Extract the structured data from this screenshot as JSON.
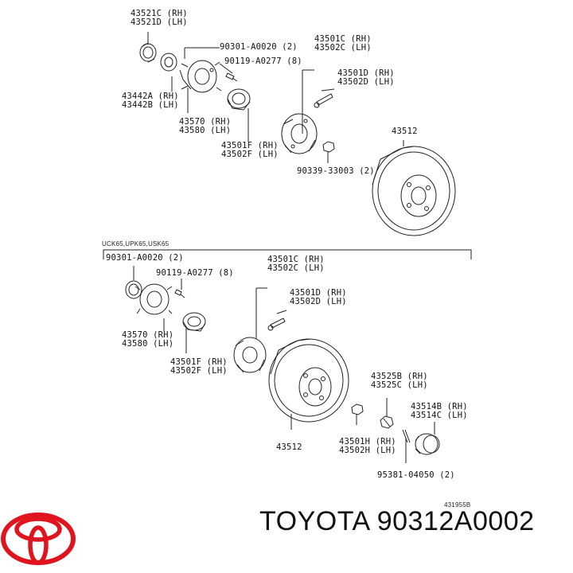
{
  "diagram": {
    "top_section": {
      "labels": {
        "l1a": "43521C (RH)",
        "l1b": "43521D (LH)",
        "l2": "90301-A0020 (2)",
        "l3": "90119-A0277 (8)",
        "l4a": "43442A (RH)",
        "l4b": "43442B (LH)",
        "l5a": "43570 (RH)",
        "l5b": "43580 (LH)",
        "l6a": "43501F (RH)",
        "l6b": "43502F (LH)",
        "l7a": "43501C (RH)",
        "l7b": "43502C (LH)",
        "l8a": "43501D (RH)",
        "l8b": "43502D (LH)",
        "l9": "43512",
        "l10": "90339-33003 (2)"
      }
    },
    "bottom_section": {
      "header": "UCK65,UPK65,USK65",
      "labels": {
        "m1": "90301-A0020 (2)",
        "m2": "90119-A0277 (8)",
        "m3a": "43501C (RH)",
        "m3b": "43502C (LH)",
        "m4a": "43501D (RH)",
        "m4b": "43502D (LH)",
        "m5a": "43570 (RH)",
        "m5b": "43580 (LH)",
        "m6a": "43501F (RH)",
        "m6b": "43502F (LH)",
        "m7a": "43525B (RH)",
        "m7b": "43525C (LH)",
        "m8a": "43514B (RH)",
        "m8b": "43514C (LH)",
        "m9a": "43501H (RH)",
        "m9b": "43502H (LH)",
        "m10": "43512",
        "m11": "95381-04050 (2)"
      }
    },
    "figure_code": "431955B"
  },
  "brand": {
    "logo_icon": "toyota-logo-icon",
    "logo_color": "#e0141e",
    "part_text": "TOYOTA 90312A0002"
  }
}
